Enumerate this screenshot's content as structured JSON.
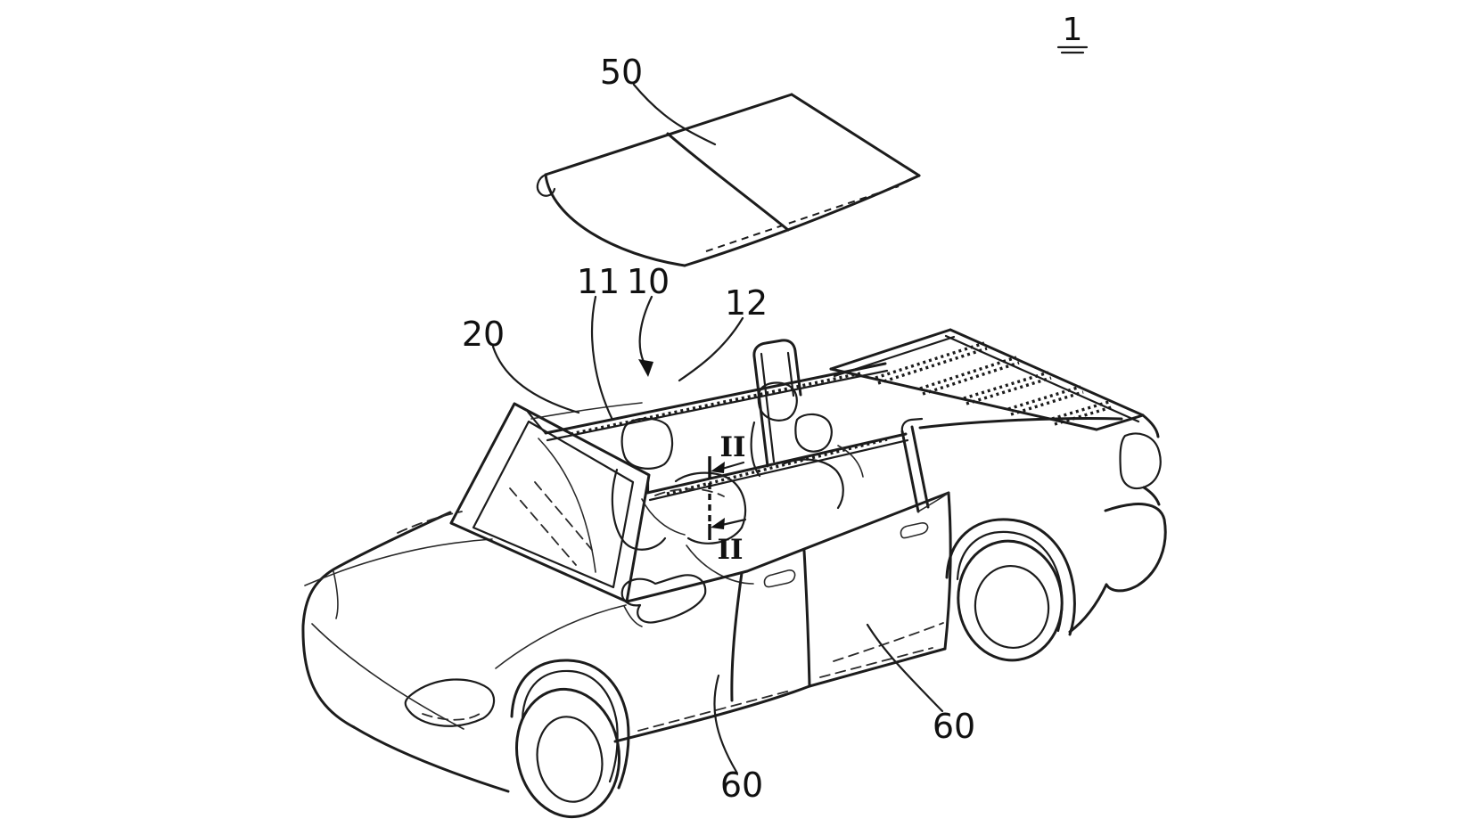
{
  "colors": {
    "background": "#ffffff",
    "line": "#1c1c1c"
  },
  "figure": {
    "number": "1"
  },
  "callouts": {
    "roof_panel": "50",
    "windshield_frame": "20",
    "front_roof_rail": "11",
    "roof_frame_assembly": "10",
    "rear_roof_rail": "12",
    "section_top": "II",
    "section_bottom": "II",
    "front_door": "60",
    "rear_door": "60"
  }
}
